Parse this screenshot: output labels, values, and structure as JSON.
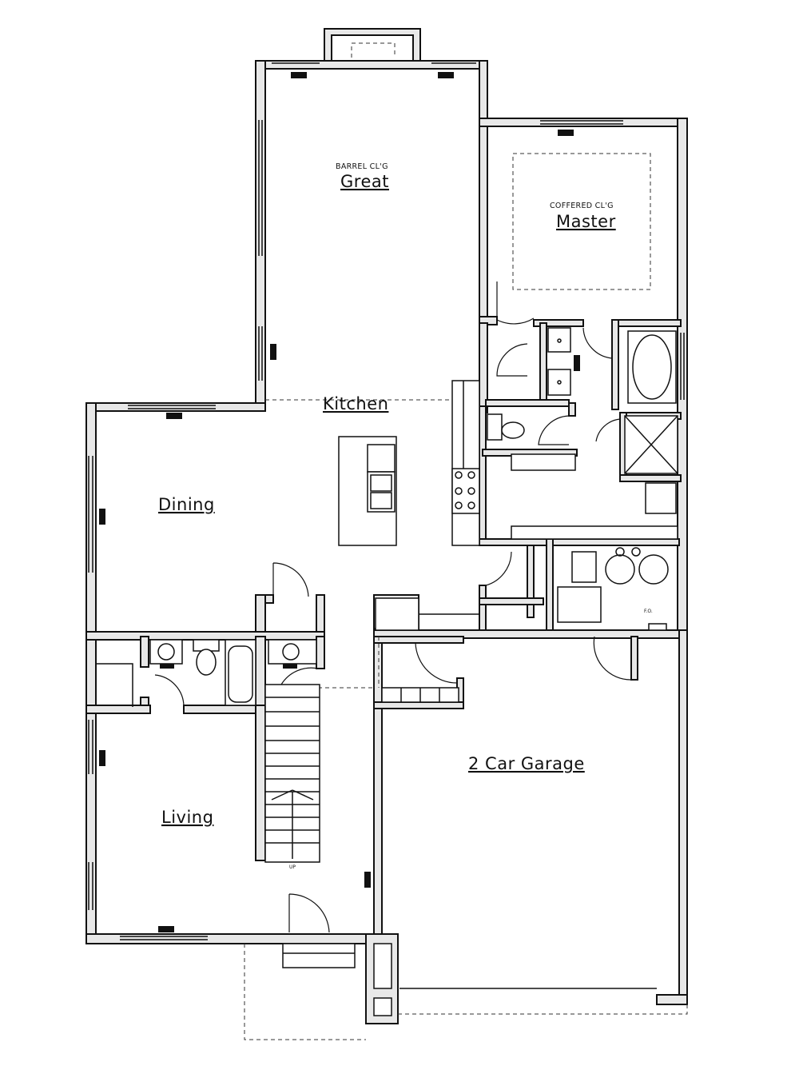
{
  "rooms": {
    "great": {
      "label": "Great",
      "ceiling": "BARREL CL'G"
    },
    "master": {
      "label": "Master",
      "ceiling": "COFFERED CL'G"
    },
    "kitchen": {
      "label": "Kitchen"
    },
    "dining": {
      "label": "Dining"
    },
    "living": {
      "label": "Living"
    },
    "garage": {
      "label": "2 Car Garage"
    }
  },
  "annotations": {
    "stair_up": "UP",
    "floor_outlet": "F.O."
  }
}
